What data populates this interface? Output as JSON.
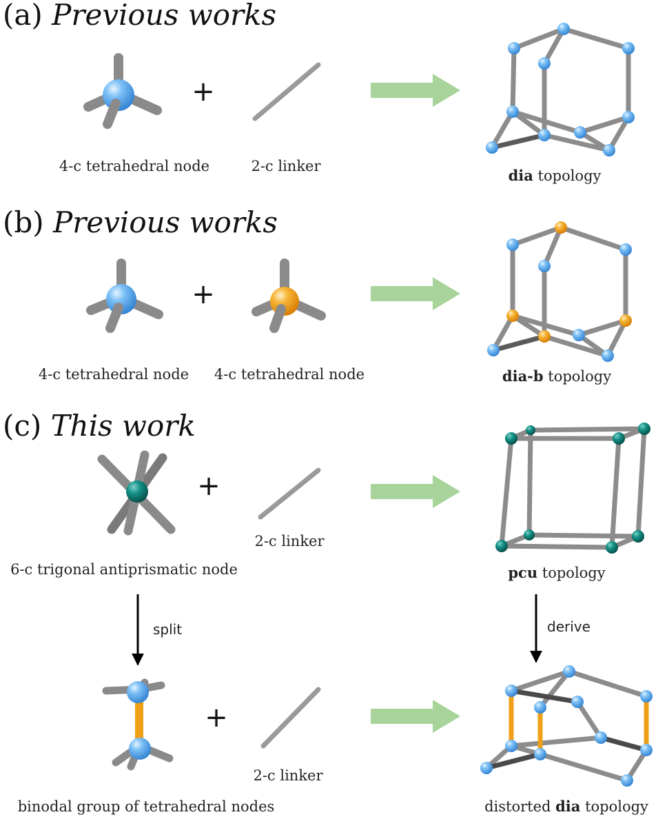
{
  "colors": {
    "blue_node": "#5aaaf0",
    "orange_node": "#f4a018",
    "teal_node": "#108a80",
    "rod": "#9a9a9a",
    "orange_rod": "#f0a018",
    "arrow_green": "#a8d39a",
    "arrow_black": "#000000"
  },
  "panel_a": {
    "prefix": "(a) ",
    "title": "Previous works",
    "plus": "+",
    "node_caption": "4-c tetrahedral node",
    "linker_caption": "2-c linker",
    "result_bold": "dia",
    "result_rest": " topology"
  },
  "panel_b": {
    "prefix": "(b) ",
    "title": "Previous works",
    "plus": "+",
    "node1_caption": "4-c tetrahedral node",
    "node2_caption": "4-c tetrahedral node",
    "result_bold": "dia-b",
    "result_rest": " topology"
  },
  "panel_c": {
    "prefix": "(c) ",
    "title": "This work",
    "plus_top": "+",
    "linker_top_caption": "2-c linker",
    "node_caption": "6-c trigonal antiprismatic node",
    "result_top_bold": "pcu",
    "result_top_rest": " topology",
    "split_label": "split",
    "derive_label": "derive",
    "plus_bottom": "+",
    "linker_bottom_caption": "2-c linker",
    "group_caption": "binodal group of tetrahedral nodes",
    "result_bottom_pre": "distorted ",
    "result_bottom_bold": "dia",
    "result_bottom_rest": " topology"
  }
}
